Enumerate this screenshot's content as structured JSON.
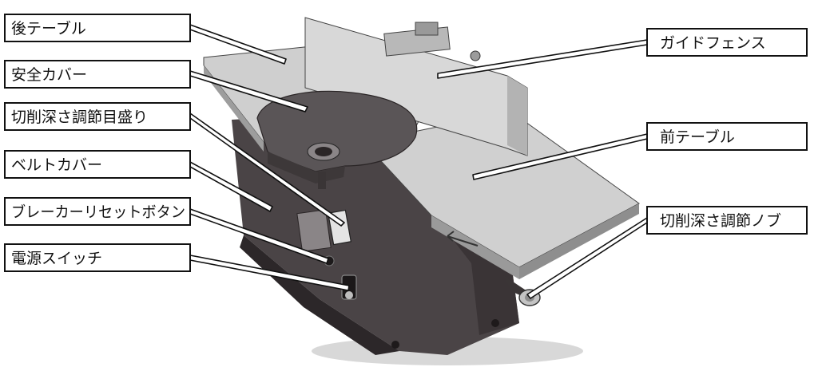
{
  "labels": {
    "rear_table": "後テーブル",
    "safety_cover": "安全カバー",
    "depth_scale": "切削深さ調節目盛り",
    "belt_cover": "ベルトカバー",
    "breaker_reset": "ブレーカーリセットボタン",
    "power_switch": "電源スイッチ",
    "guide_fence": "ガイドフェンス",
    "front_table": "前テーブル",
    "depth_knob": "切削深さ調節ノブ"
  },
  "colors": {
    "base_dark": "#4a4446",
    "table_light": "#cfcfcf",
    "fence_light": "#d6d6d6",
    "outline": "#111111"
  }
}
